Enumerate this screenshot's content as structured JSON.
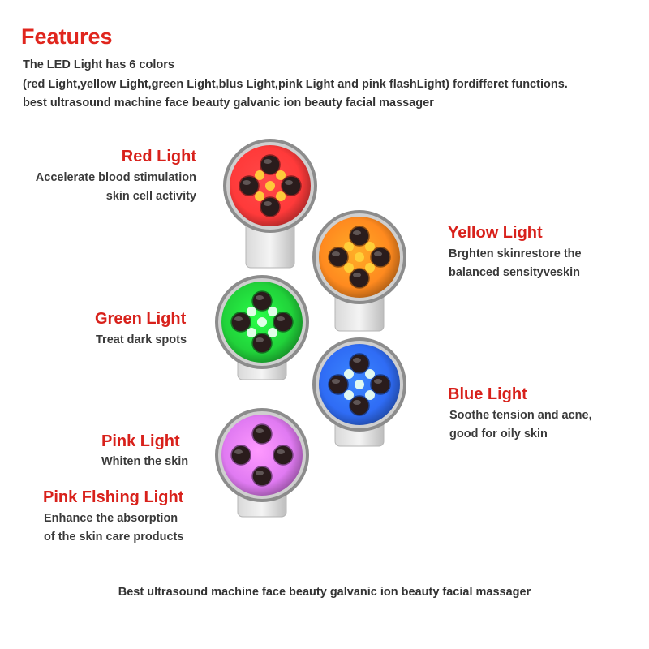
{
  "header": {
    "title": "Features",
    "lines": [
      "The LED Light has 6 colors",
      "(red Light,yellow Light,green Light,blus Light,pink Light and pink flashLight) fordifferet functions.",
      "best ultrasound machine face beauty galvanic ion beauty facial massager"
    ]
  },
  "lights": {
    "red": {
      "title": "Red Light",
      "lines": [
        "Accelerate blood stimulation",
        "skin cell activity"
      ],
      "color": "#ff3a3a"
    },
    "yellow": {
      "title": "Yellow Light",
      "lines": [
        "Brghten skinrestore the",
        "balanced sensityveskin"
      ],
      "color": "#ff8a1f"
    },
    "green": {
      "title": "Green Light",
      "lines": [
        "Treat dark spots"
      ],
      "color": "#21d23a"
    },
    "blue": {
      "title": "Blue Light",
      "lines": [
        "Soothe tension and acne,",
        "good for oily skin"
      ],
      "color": "#2f6cf5"
    },
    "pink": {
      "title": "Pink Light",
      "lines": [
        "Whiten the skin"
      ],
      "color": "#e07af2"
    },
    "pink_flash": {
      "title": "Pink Flshing Light",
      "lines": [
        "Enhance the absorption",
        "of the skin care products"
      ]
    }
  },
  "footer": {
    "text": "Best ultrasound machine face beauty galvanic ion beauty facial massager"
  }
}
